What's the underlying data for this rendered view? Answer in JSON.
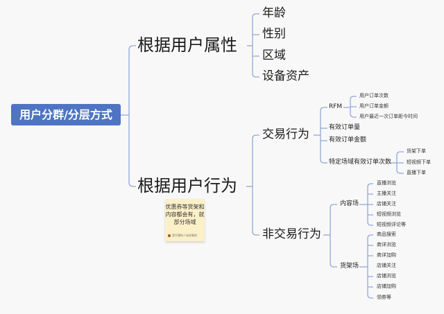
{
  "root": {
    "label": "用户分群/分层方式"
  },
  "branches": [
    {
      "label": "根据用户属性",
      "children": [
        "年龄",
        "性别",
        "区域",
        "设备资产"
      ]
    },
    {
      "label": "根据用户行为",
      "note": {
        "text_lines": [
          "优惠券等货架和",
          "内容都会有，就",
          "部分场域"
        ],
        "author": "我不懂的人说说事体"
      },
      "children": [
        {
          "label": "交易行为",
          "children": [
            {
              "label": "RFM",
              "children": [
                "用户订单次数",
                "用户订单金额",
                "用户最近一次订单距今时间"
              ]
            },
            {
              "label": "有效订单量"
            },
            {
              "label": "有效订单金额"
            },
            {
              "label": "特定场域有效订单次数",
              "children": [
                "货架下单",
                "短视频下单",
                "直播下单"
              ]
            }
          ]
        },
        {
          "label": "非交易行为",
          "children": [
            {
              "label": "内容场",
              "children": [
                "直播浏览",
                "主播关注",
                "店铺关注",
                "短视频浏览",
                "短视频评论等"
              ]
            },
            {
              "label": "货架场",
              "children": [
                "商品搜索",
                "商详浏览",
                "商详加购",
                "店铺关注",
                "店铺浏览",
                "店铺加购",
                "领券等"
              ]
            }
          ]
        }
      ]
    }
  ],
  "colors": {
    "root_bg": "#4e74c3",
    "line": "#8fa9d8",
    "note_bg": "#fbf0c8"
  }
}
